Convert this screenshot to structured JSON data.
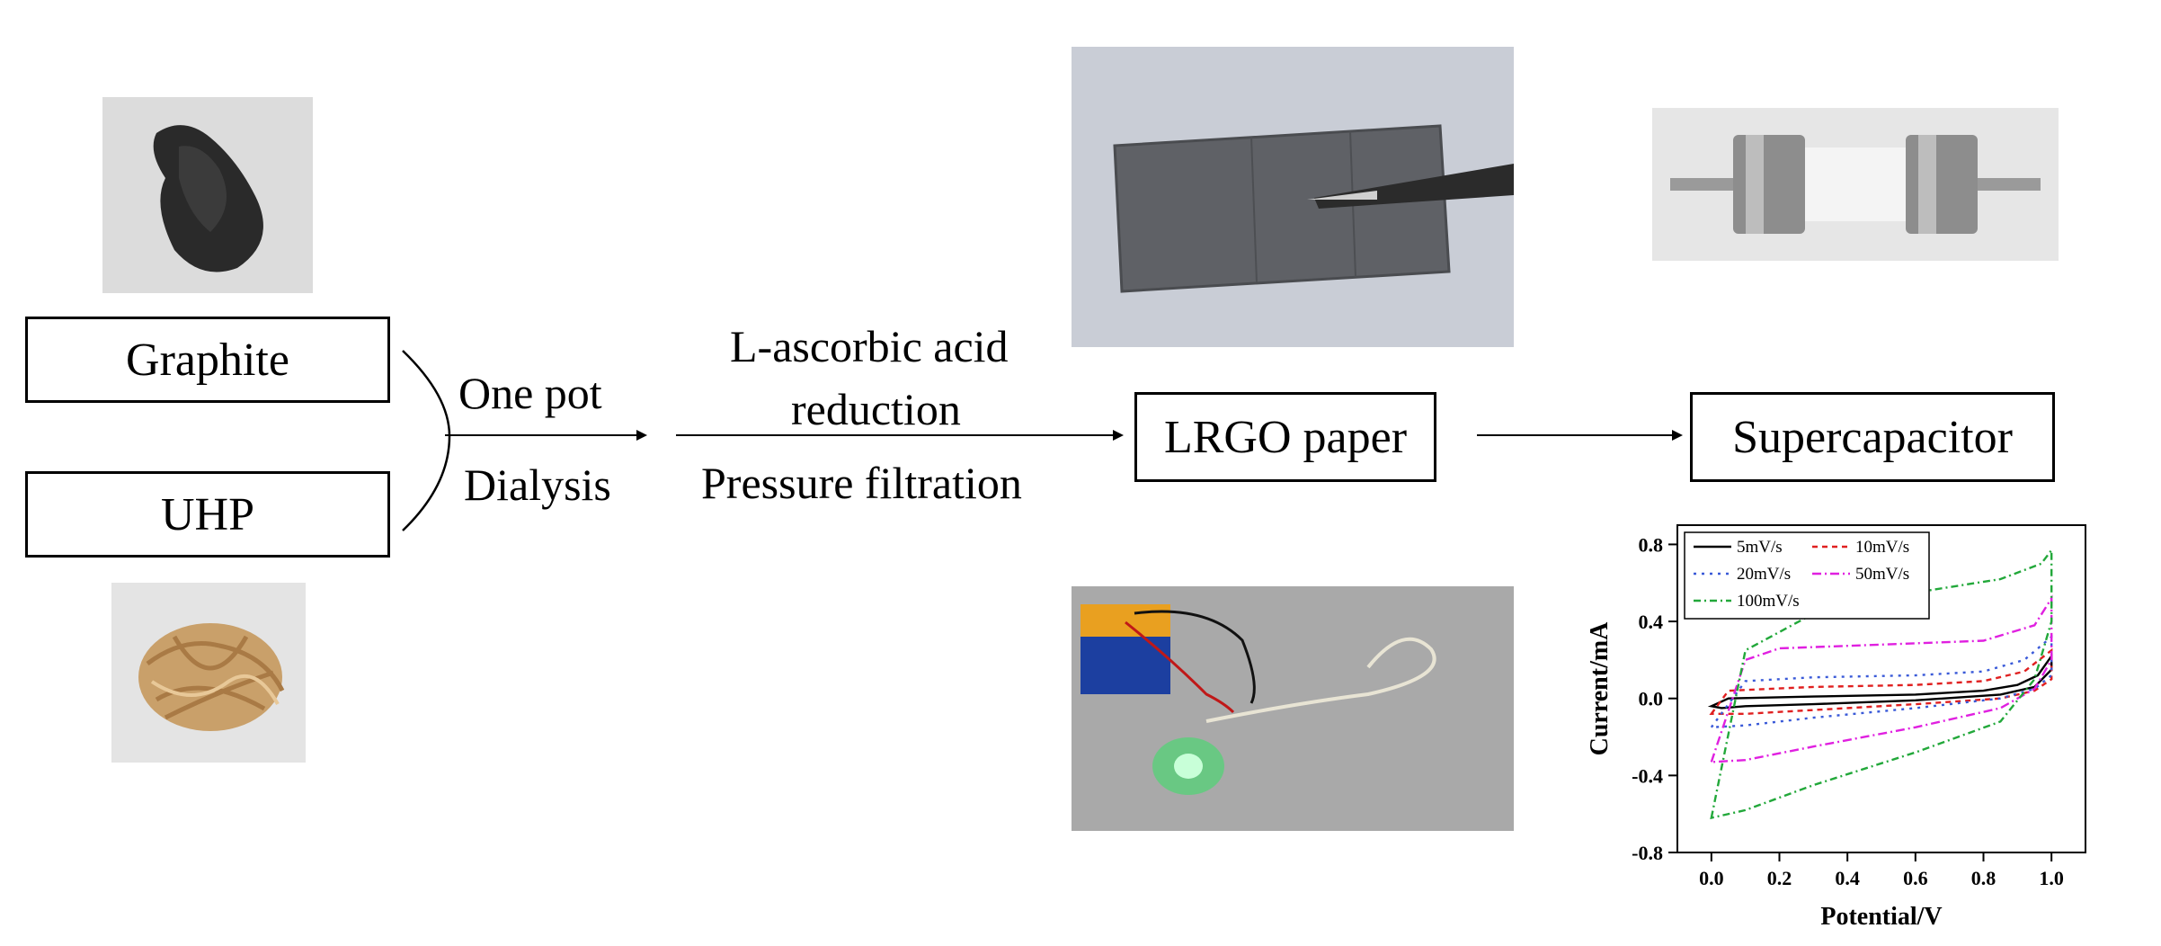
{
  "diagram": {
    "boxes": {
      "graphite": "Graphite",
      "uhp": "UHP",
      "lrgo": "LRGO paper",
      "supercap": "Supercapacitor"
    },
    "step1": {
      "line1": "One pot",
      "line2": "Dialysis"
    },
    "step2": {
      "line1": "L-ascorbic acid",
      "line2": "reduction",
      "line3": "Pressure filtration"
    },
    "photos": [
      "graphite powder photo",
      "UHP flakes photo",
      "LRGO paper held by tweezers photo",
      "supercapacitor cell photo",
      "battery and green LED demo photo"
    ]
  },
  "chart_data": {
    "type": "line",
    "xlabel": "Potential/V",
    "ylabel": "Current/mA",
    "xlim": [
      -0.1,
      1.1
    ],
    "ylim": [
      -0.8,
      0.9
    ],
    "xticks": [
      "0.0",
      "0.2",
      "0.4",
      "0.6",
      "0.8",
      "1.0"
    ],
    "yticks": [
      "-0.8",
      "-0.4",
      "0.0",
      "0.4",
      "0.8"
    ],
    "legend_position": "top-left",
    "series": [
      {
        "name": "5mV/s",
        "color": "#000000",
        "dash": "",
        "x": [
          0.0,
          0.05,
          0.3,
          0.6,
          0.8,
          0.9,
          0.96,
          1.0,
          1.0,
          0.95,
          0.85,
          0.6,
          0.3,
          0.1,
          0.03,
          0.0
        ],
        "y": [
          -0.04,
          0.0,
          0.01,
          0.02,
          0.04,
          0.07,
          0.12,
          0.22,
          0.15,
          0.06,
          0.02,
          -0.01,
          -0.03,
          -0.04,
          -0.05,
          -0.04
        ]
      },
      {
        "name": "10mV/s",
        "color": "#e02020",
        "dash": "6,5",
        "x": [
          0.0,
          0.05,
          0.3,
          0.6,
          0.8,
          0.92,
          1.0,
          1.0,
          0.95,
          0.85,
          0.6,
          0.3,
          0.1,
          0.0
        ],
        "y": [
          -0.08,
          0.04,
          0.06,
          0.07,
          0.09,
          0.14,
          0.25,
          0.1,
          0.04,
          0.0,
          -0.03,
          -0.06,
          -0.08,
          -0.08
        ]
      },
      {
        "name": "20mV/s",
        "color": "#3a5ad8",
        "dash": "3,6",
        "x": [
          0.0,
          0.1,
          0.3,
          0.6,
          0.8,
          0.92,
          1.0,
          1.0,
          0.95,
          0.85,
          0.6,
          0.3,
          0.1,
          0.0
        ],
        "y": [
          -0.15,
          0.09,
          0.11,
          0.12,
          0.14,
          0.2,
          0.32,
          0.12,
          0.05,
          0.0,
          -0.05,
          -0.1,
          -0.14,
          -0.15
        ]
      },
      {
        "name": "50mV/s",
        "color": "#e020e0",
        "dash": "10,4,2,4",
        "x": [
          0.0,
          0.1,
          0.2,
          0.5,
          0.8,
          0.95,
          1.0,
          1.0,
          0.95,
          0.85,
          0.6,
          0.3,
          0.1,
          0.0
        ],
        "y": [
          -0.33,
          0.2,
          0.26,
          0.28,
          0.3,
          0.38,
          0.52,
          0.2,
          0.05,
          -0.05,
          -0.15,
          -0.25,
          -0.32,
          -0.33
        ]
      },
      {
        "name": "100mV/s",
        "color": "#22a83a",
        "dash": "8,4,2,4",
        "x": [
          0.0,
          0.1,
          0.3,
          0.6,
          0.85,
          0.97,
          1.0,
          1.0,
          0.95,
          0.85,
          0.6,
          0.3,
          0.1,
          0.0
        ],
        "y": [
          -0.62,
          0.25,
          0.44,
          0.55,
          0.62,
          0.7,
          0.77,
          0.4,
          0.1,
          -0.12,
          -0.28,
          -0.45,
          -0.58,
          -0.62
        ]
      }
    ]
  }
}
